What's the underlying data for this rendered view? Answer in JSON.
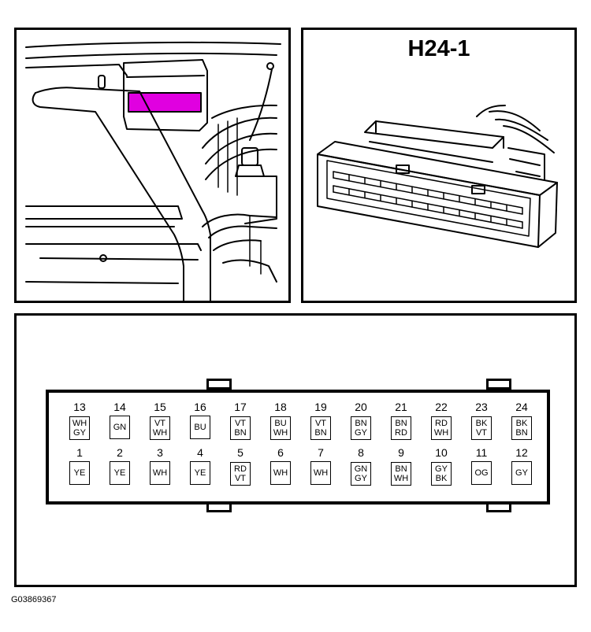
{
  "connector": {
    "title": "H24-1"
  },
  "highlight_color": "#e000e0",
  "figure_id": "G03869367",
  "pins_top": [
    {
      "num": "13",
      "l1": "WH",
      "l2": "GY"
    },
    {
      "num": "14",
      "l1": "GN",
      "l2": ""
    },
    {
      "num": "15",
      "l1": "VT",
      "l2": "WH"
    },
    {
      "num": "16",
      "l1": "BU",
      "l2": ""
    },
    {
      "num": "17",
      "l1": "VT",
      "l2": "BN"
    },
    {
      "num": "18",
      "l1": "BU",
      "l2": "WH"
    },
    {
      "num": "19",
      "l1": "VT",
      "l2": "BN"
    },
    {
      "num": "20",
      "l1": "BN",
      "l2": "GY"
    },
    {
      "num": "21",
      "l1": "BN",
      "l2": "RD"
    },
    {
      "num": "22",
      "l1": "RD",
      "l2": "WH"
    },
    {
      "num": "23",
      "l1": "BK",
      "l2": "VT"
    },
    {
      "num": "24",
      "l1": "BK",
      "l2": "BN"
    }
  ],
  "pins_bottom": [
    {
      "num": "1",
      "l1": "YE",
      "l2": ""
    },
    {
      "num": "2",
      "l1": "YE",
      "l2": ""
    },
    {
      "num": "3",
      "l1": "WH",
      "l2": ""
    },
    {
      "num": "4",
      "l1": "YE",
      "l2": ""
    },
    {
      "num": "5",
      "l1": "RD",
      "l2": "VT"
    },
    {
      "num": "6",
      "l1": "WH",
      "l2": ""
    },
    {
      "num": "7",
      "l1": "WH",
      "l2": ""
    },
    {
      "num": "8",
      "l1": "GN",
      "l2": "GY"
    },
    {
      "num": "9",
      "l1": "BN",
      "l2": "WH"
    },
    {
      "num": "10",
      "l1": "GY",
      "l2": "BK"
    },
    {
      "num": "11",
      "l1": "OG",
      "l2": ""
    },
    {
      "num": "12",
      "l1": "GY",
      "l2": ""
    }
  ]
}
